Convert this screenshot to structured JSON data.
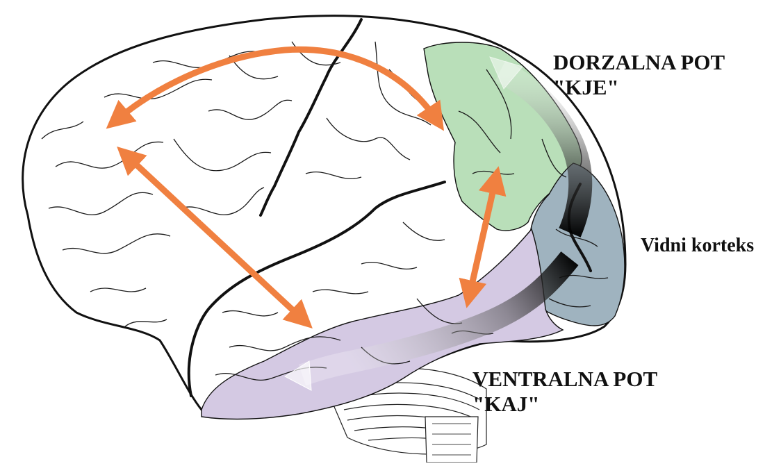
{
  "labels": {
    "dorsal_title": "DORZALNA POT",
    "dorsal_sub": "\"KJE\"",
    "visual_cortex": "Vidni korteks",
    "ventral_title": "VENTRALNA POT",
    "ventral_sub": "\"KAJ\""
  },
  "colors": {
    "parietal_region": "#b9dfb9",
    "occipital_region": "#9fb3bf",
    "temporal_region": "#d4c9e3",
    "connection_arrow": "#f08040",
    "pathway_arrow_dark": "#111111",
    "outline": "#111111"
  }
}
